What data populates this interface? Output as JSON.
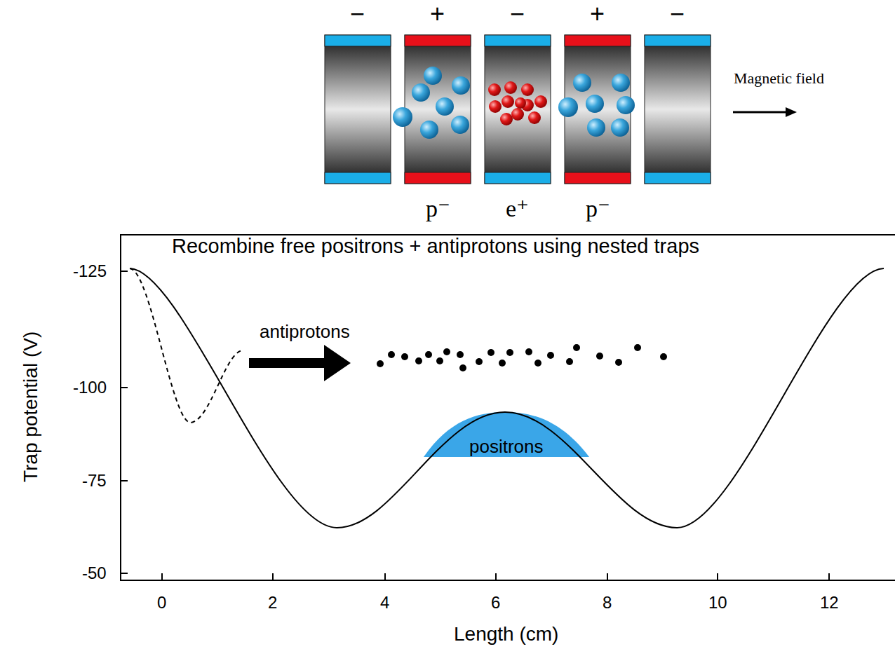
{
  "diagram": {
    "title": "Recombine free positrons + antiprotons using nested traps",
    "labels": [
      "−",
      "+",
      "−",
      "+",
      "−",
      "p⁻",
      "e⁺",
      "p⁻",
      "Magnetic field",
      "antiprotons",
      "positrons",
      "Trap potential (V)",
      "-125",
      "-100",
      "-75",
      "-50",
      "0",
      "2",
      "4",
      "6",
      "8",
      "10",
      "12",
      "Length (cm)"
    ]
  }
}
